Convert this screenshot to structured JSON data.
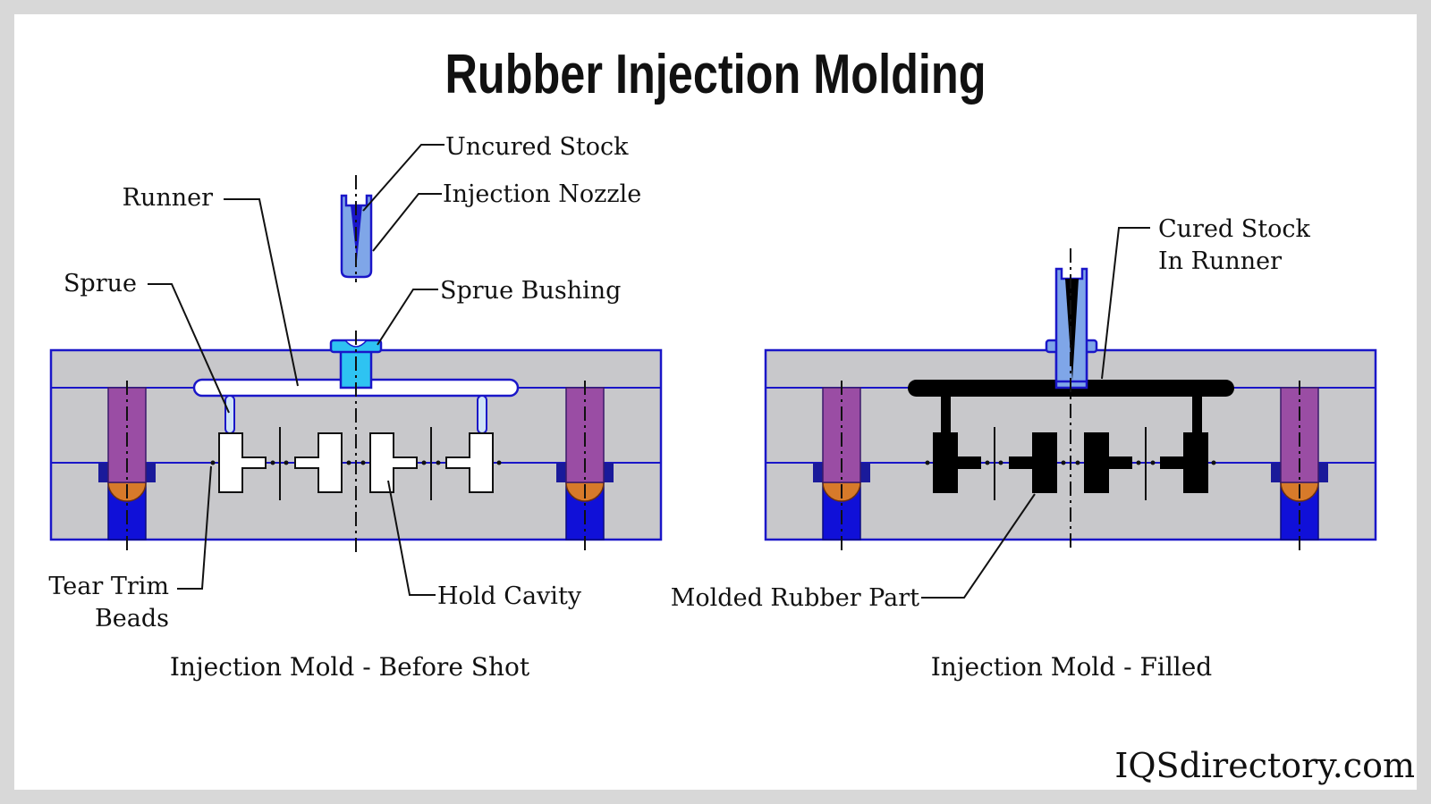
{
  "title": "Rubber Injection Molding",
  "labels": {
    "uncured_stock": "Uncured Stock",
    "injection_nozzle": "Injection Nozzle",
    "runner": "Runner",
    "sprue": "Sprue",
    "sprue_bushing": "Sprue Bushing",
    "tear_trim_beads_line1": "Tear Trim",
    "tear_trim_beads_line2": "Beads",
    "hold_cavity": "Hold Cavity",
    "cured_stock_line1": "Cured Stock",
    "cured_stock_line2": "In Runner",
    "molded_rubber_part": "Molded Rubber Part"
  },
  "captions": {
    "left": "Injection Mold - Before Shot",
    "right": "Injection Mold - Filled"
  },
  "brand": "IQSdirectory.com",
  "colors": {
    "background_frame": "#d8d8d8",
    "canvas": "#ffffff",
    "plate_fill": "#c8c8cb",
    "outline_blue": "#1a16c8",
    "guide_pin": "#9a4da4",
    "pin_base": "#1010d8",
    "pin_cap": "#d77a2a",
    "nozzle": "#7fa6e8",
    "sprue_bushing": "#2ec3f2",
    "cured_rubber": "#000000",
    "uncured_cavity": "#ffffff"
  }
}
